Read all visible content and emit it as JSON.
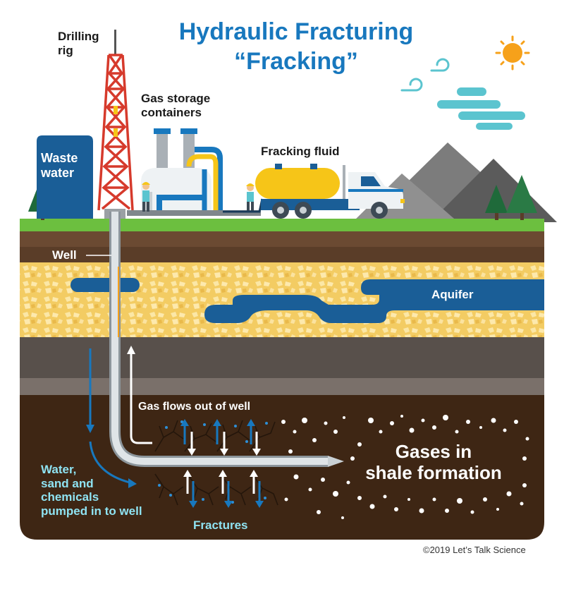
{
  "title": {
    "line1": "Hydraulic Fracturing",
    "line2": "“Fracking”"
  },
  "labels": {
    "drilling_rig": [
      "Drilling",
      "rig"
    ],
    "gas_storage": [
      "Gas storage",
      "containers"
    ],
    "fracking_fluid": "Fracking fluid",
    "waste_water": [
      "Waste",
      "water"
    ],
    "well": "Well",
    "aquifer": "Aquifer",
    "gas_flows": "Gas flows out of well",
    "gases_in_shale": [
      "Gases in",
      "shale formation"
    ],
    "water_sand": [
      "Water,",
      "sand and",
      "chemicals",
      "pumped in to well"
    ],
    "fractures": "Fractures"
  },
  "copyright": "©2019 Let’s Talk Science",
  "colors": {
    "title_blue": "#1878be",
    "water_blue": "#1a5e97",
    "grass": "#6cbf3f",
    "topsoil": "#6b4a32",
    "sand_layer": "#f3cc63",
    "rock_layer": "#58504b",
    "shale": "#3e2614",
    "rig_red": "#d63a2c",
    "tank_yellow": "#f6c518",
    "cyan_label": "#8fe3f2"
  }
}
